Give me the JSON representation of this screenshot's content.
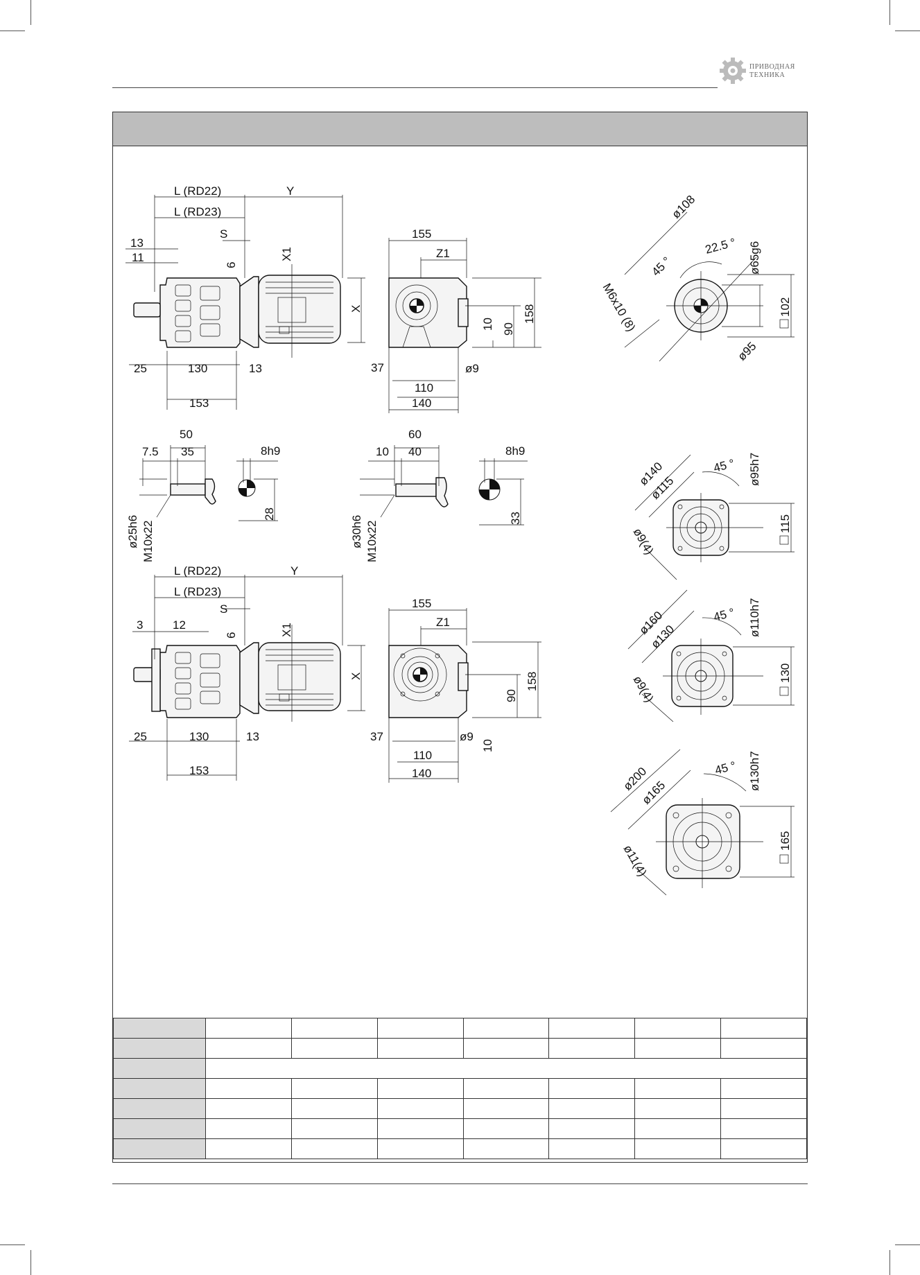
{
  "logo": {
    "line1": "ПРИВОДНАЯ",
    "line2": "ТЕХНИКА"
  },
  "dims": {
    "l_rd22": "L (RD22)",
    "l_rd23": "L (RD23)",
    "y": "Y",
    "s": "S",
    "x": "X",
    "x1": "X1",
    "z1": "Z1",
    "d13": "13",
    "d11": "11",
    "d6": "6",
    "d25": "25",
    "d130": "130",
    "d153": "153",
    "d155": "155",
    "d158": "158",
    "d10": "10",
    "d90": "90",
    "d37": "37",
    "d110": "110",
    "d140": "140",
    "phi9": "ø9",
    "d3": "3",
    "d12": "12",
    "d50": "50",
    "d7_5": "7.5",
    "d35": "35",
    "d8h9": "8h9",
    "d25h6": "ø25h6",
    "m10": "M10x22",
    "d28": "28",
    "d60": "60",
    "d10b": "10",
    "d40": "40",
    "d30h6": "ø30h6",
    "d33": "33",
    "f1_108": "ø108",
    "f1_225": "22.5 °",
    "f1_45": "45 °",
    "f1_65": "ø65g6",
    "f1_m6": "M6x10 (8)",
    "f1_102": "102",
    "f1_95": "ø95",
    "f2_140": "ø140",
    "f2_115": "ø115",
    "f2_45": "45 °",
    "f2_95h7": "ø95h7",
    "f2_9": "ø9(4)",
    "f2_sq": "115",
    "f3_160": "ø160",
    "f3_130": "ø130",
    "f3_45": "45 °",
    "f3_110h7": "ø110h7",
    "f3_9": "ø9(4)",
    "f3_sq": "130",
    "f4_200": "ø200",
    "f4_165": "ø165",
    "f4_45": "45 °",
    "f4_130h7": "ø130h7",
    "f4_11": "ø11(4)",
    "f4_sq": "165"
  },
  "table": {
    "rows": 7,
    "cols": 7
  }
}
